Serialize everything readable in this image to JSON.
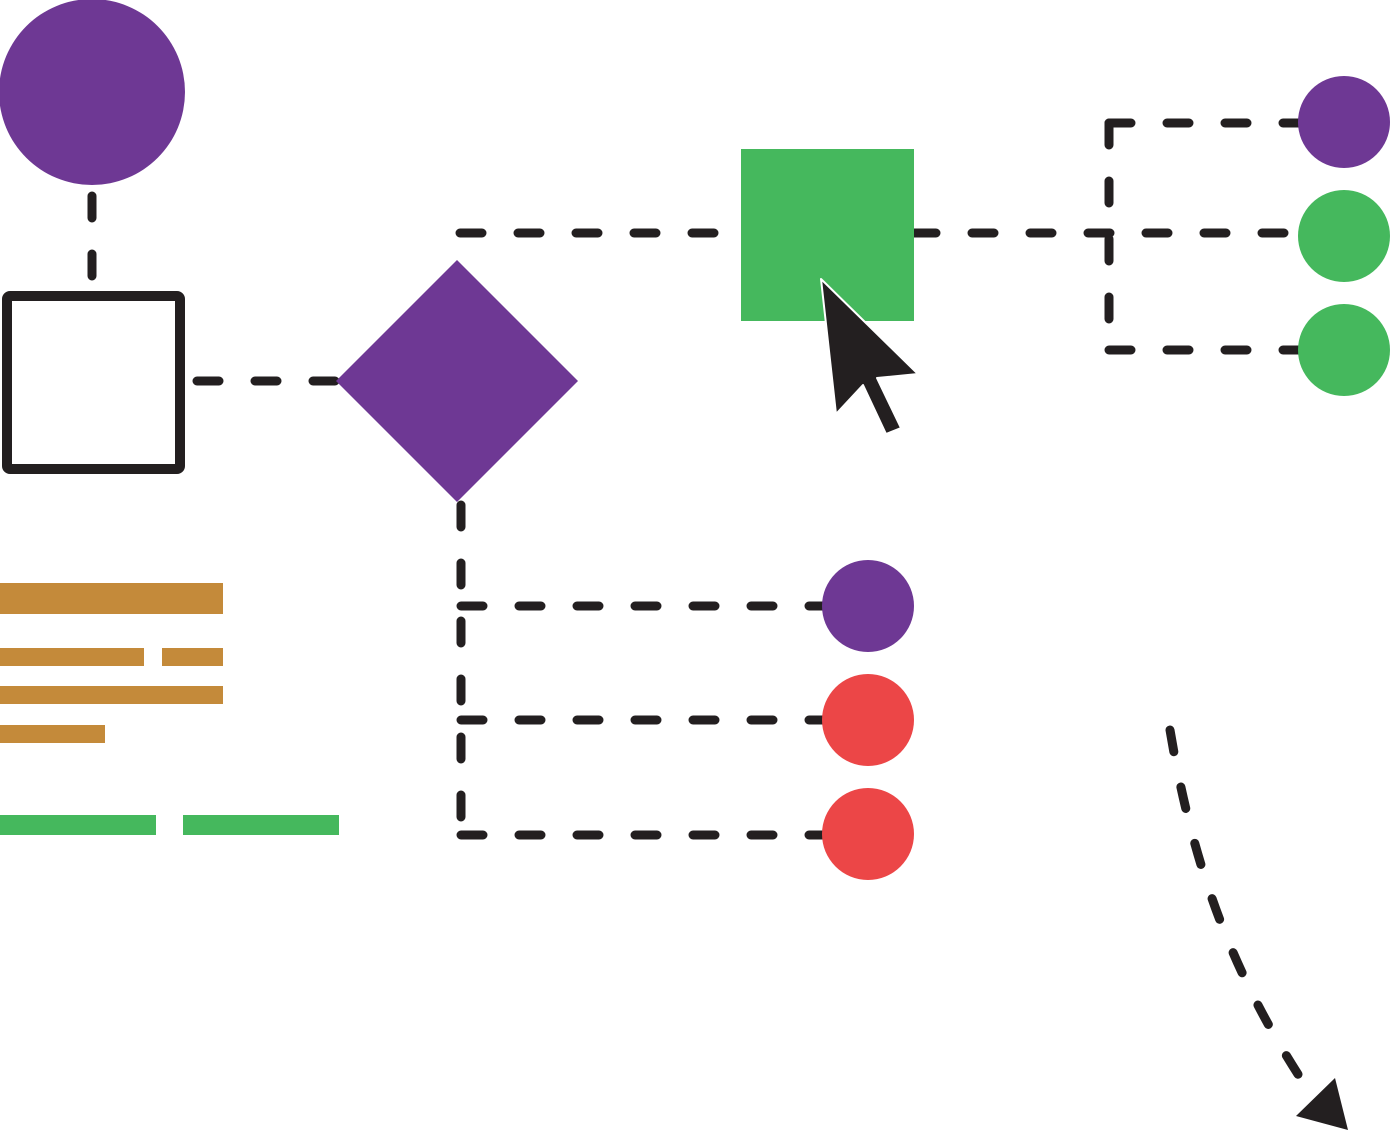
{
  "colors": {
    "purple": "#6e3894",
    "green": "#45b85d",
    "red": "#ec4647",
    "ochre": "#c48a3a",
    "ink": "#231f20",
    "white": "#ffffff"
  },
  "diagram": {
    "top_node": {
      "shape": "circle",
      "color": "purple"
    },
    "root_box": {
      "shape": "square-outline",
      "color": "white",
      "border": "ink"
    },
    "decision": {
      "shape": "diamond",
      "color": "purple"
    },
    "process": {
      "shape": "square",
      "color": "green"
    },
    "branch_upper_right": [
      {
        "shape": "circle",
        "color": "purple"
      },
      {
        "shape": "circle",
        "color": "green"
      },
      {
        "shape": "circle",
        "color": "green"
      }
    ],
    "branch_lower": [
      {
        "shape": "circle",
        "color": "purple"
      },
      {
        "shape": "circle",
        "color": "red"
      },
      {
        "shape": "circle",
        "color": "red"
      }
    ],
    "text_placeholder": {
      "color": "ochre",
      "lines": 4
    },
    "divider_placeholder": {
      "color": "green",
      "segments": 2
    },
    "curved_arrow": {
      "color": "ink",
      "style": "dashed"
    },
    "cursor": {
      "icon": "mouse-pointer-icon",
      "color": "ink"
    }
  }
}
